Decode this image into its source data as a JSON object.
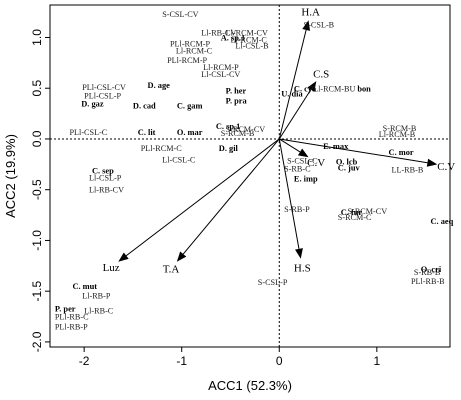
{
  "chart_data": {
    "type": "scatter",
    "xlabel": "ACC1 (52.3%)",
    "ylabel": "ACC2 (19.9%)",
    "xlim": [
      -2.35,
      1.75
    ],
    "ylim": [
      -2.05,
      1.32
    ],
    "xticks": [
      -2,
      -1,
      0,
      1
    ],
    "yticks": [
      -2.0,
      -1.5,
      -1.0,
      -0.5,
      0.0,
      0.5,
      1.0
    ],
    "ytick_labels": [
      "-2.0",
      "-1.5",
      "-1.0",
      "-0.5",
      "0.0",
      "0.5",
      "1.0"
    ],
    "reference_lines": {
      "x": 0,
      "y": 0,
      "style": "dotted"
    },
    "vectors": [
      {
        "label": "H.A",
        "x": 0.3,
        "y": 1.17
      },
      {
        "label": "C.S",
        "x": 0.38,
        "y": 0.57
      },
      {
        "label": "C.V",
        "x": 1.62,
        "y": -0.25
      },
      {
        "label": "C.V",
        "x": 0.3,
        "y": -0.18
      },
      {
        "label": "H.S",
        "x": 0.22,
        "y": -1.18
      },
      {
        "label": "Luz",
        "x": -1.65,
        "y": -1.21
      },
      {
        "label": "T.A",
        "x": -1.05,
        "y": -1.21
      }
    ],
    "sites": [
      {
        "label": "S-CSL-CV",
        "x": -1.2,
        "y": 1.2
      },
      {
        "label": "Ll-RB-CV",
        "x": -0.8,
        "y": 1.02
      },
      {
        "label": "Ll-RCM-CV",
        "x": -0.55,
        "y": 1.02
      },
      {
        "label": "Ll-RCM-C",
        "x": -0.5,
        "y": 0.95
      },
      {
        "label": "S-CSL-B",
        "x": 0.25,
        "y": 1.1
      },
      {
        "label": "Ll-CSL-B",
        "x": -0.45,
        "y": 0.89
      },
      {
        "label": "PLl-RCM-P",
        "x": -1.12,
        "y": 0.91
      },
      {
        "label": "Ll-RCM-C",
        "x": -1.06,
        "y": 0.84
      },
      {
        "label": "PLl-RCM-P",
        "x": -1.15,
        "y": 0.75
      },
      {
        "label": "Ll-RCM-P",
        "x": -0.78,
        "y": 0.68
      },
      {
        "label": "Ll-CSL-CV",
        "x": -0.8,
        "y": 0.61
      },
      {
        "label": "PLl-CSL-CV",
        "x": -2.02,
        "y": 0.48
      },
      {
        "label": "PLl-CSL-P",
        "x": -2.0,
        "y": 0.4
      },
      {
        "label": "PLl-CSL-C",
        "x": -2.15,
        "y": 0.04
      },
      {
        "label": "S-RCM-CV",
        "x": -0.55,
        "y": 0.07
      },
      {
        "label": "S-RCM-B",
        "x": -0.6,
        "y": 0.03
      },
      {
        "label": "PLl-RCM-BU",
        "x": 0.3,
        "y": 0.47
      },
      {
        "label": "S-RCM-B",
        "x": 1.06,
        "y": 0.08
      },
      {
        "label": "Ll-RCM-B",
        "x": 1.02,
        "y": 0.02
      },
      {
        "label": "PLl-RCM-C",
        "x": -1.42,
        "y": -0.12
      },
      {
        "label": "Ll-CSL-C",
        "x": -1.2,
        "y": -0.23
      },
      {
        "label": "Ll-CSL-P",
        "x": -1.95,
        "y": -0.41
      },
      {
        "label": "Ll-RB-CV",
        "x": -1.95,
        "y": -0.53
      },
      {
        "label": "S-CSL-C",
        "x": 0.08,
        "y": -0.24
      },
      {
        "label": "S-RB-C",
        "x": 0.05,
        "y": -0.32
      },
      {
        "label": "LL-RB-B",
        "x": 1.15,
        "y": -0.33
      },
      {
        "label": "S-RB-P",
        "x": 0.05,
        "y": -0.72
      },
      {
        "label": "S-RCM-CV",
        "x": 0.7,
        "y": -0.74
      },
      {
        "label": "S-RCM-C",
        "x": 0.6,
        "y": -0.8
      },
      {
        "label": "S-CSL-P",
        "x": -0.22,
        "y": -1.44
      },
      {
        "label": "S-RB-B",
        "x": 1.38,
        "y": -1.34
      },
      {
        "label": "PLl-RB-B",
        "x": 1.35,
        "y": -1.43
      },
      {
        "label": "Ll-RB-P",
        "x": -2.02,
        "y": -1.57
      },
      {
        "label": "Ll-RB-C",
        "x": -2.0,
        "y": -1.72
      },
      {
        "label": "PLl-RB-C",
        "x": -2.3,
        "y": -1.78
      },
      {
        "label": "PLl-RB-P",
        "x": -2.3,
        "y": -1.88
      }
    ],
    "species": [
      {
        "label": "A. sp.1",
        "x": -0.6,
        "y": 0.97
      },
      {
        "label": "D. age",
        "x": -1.35,
        "y": 0.5
      },
      {
        "label": "D. gaz",
        "x": -2.03,
        "y": 0.32
      },
      {
        "label": "D. cad",
        "x": -1.5,
        "y": 0.3
      },
      {
        "label": "C. gam",
        "x": -1.05,
        "y": 0.3
      },
      {
        "label": "P. her",
        "x": -0.55,
        "y": 0.45
      },
      {
        "label": "P. pra",
        "x": -0.55,
        "y": 0.35
      },
      {
        "label": "U. dia",
        "x": 0.02,
        "y": 0.42
      },
      {
        "label": "C. cya",
        "x": 0.15,
        "y": 0.47
      },
      {
        "label": "bon",
        "x": 0.8,
        "y": 0.47
      },
      {
        "label": "C. lit",
        "x": -1.45,
        "y": 0.04
      },
      {
        "label": "O. mar",
        "x": -1.05,
        "y": 0.04
      },
      {
        "label": "C. sp.1",
        "x": -0.65,
        "y": 0.1
      },
      {
        "label": "D. gil",
        "x": -0.62,
        "y": -0.12
      },
      {
        "label": "E. max",
        "x": 0.45,
        "y": -0.1
      },
      {
        "label": "C. mor",
        "x": 1.12,
        "y": -0.16
      },
      {
        "label": "O. lcb",
        "x": 0.58,
        "y": -0.25
      },
      {
        "label": "C. juv",
        "x": 0.6,
        "y": -0.31
      },
      {
        "label": "E. imp",
        "x": 0.15,
        "y": -0.42
      },
      {
        "label": "C. sep",
        "x": -1.92,
        "y": -0.34
      },
      {
        "label": "C. fur",
        "x": 0.63,
        "y": -0.75
      },
      {
        "label": "C. aeq",
        "x": 1.55,
        "y": -0.84
      },
      {
        "label": "O. cri",
        "x": 1.45,
        "y": -1.31
      },
      {
        "label": "C. mut",
        "x": -2.12,
        "y": -1.48
      },
      {
        "label": "P. per",
        "x": -2.3,
        "y": -1.7
      }
    ]
  }
}
